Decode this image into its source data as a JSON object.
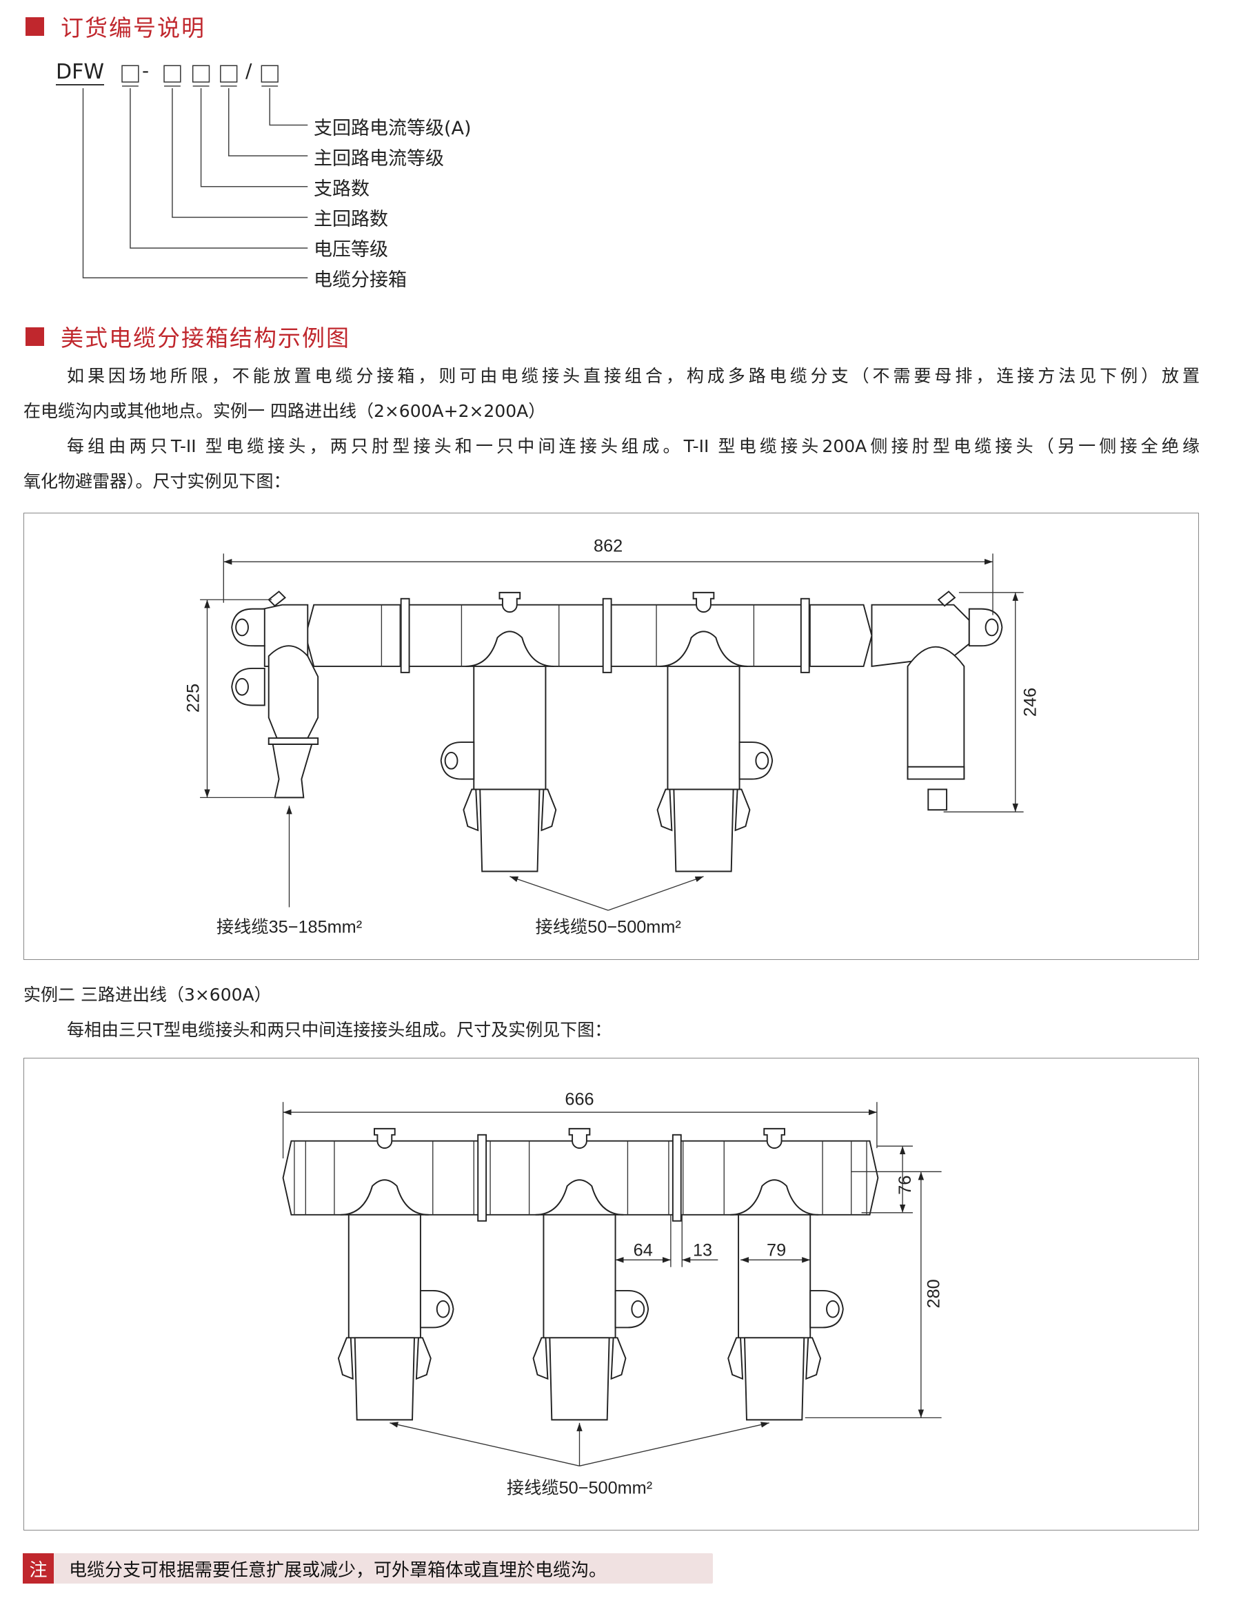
{
  "section1": {
    "title": "订货编号说明",
    "code_prefix": "DFW",
    "code_sep1": "-",
    "code_sep2": "/",
    "legend": [
      "支回路电流等级(A)",
      "主回路电流等级",
      "支路数",
      "主回路数",
      "电压等级",
      "电缆分接箱"
    ]
  },
  "section2": {
    "title": "美式电缆分接箱结构示例图",
    "para1_line1": "如果因场地所限，不能放置电缆分接箱，则可由电缆接头直接组合，构成多路电缆分支（不需要母排，连接方法见下例）放置",
    "para1_line2": "在电缆沟内或其他地点。实例一 四路进出线（2×600A+2×200A）",
    "para2_line1": "每组由两只T-II 型电缆接头，两只肘型接头和一只中间连接头组成。T-II 型电缆接头200A侧接肘型电缆接头（另一侧接全绝缘",
    "para2_line2": "氧化物避雷器）。尺寸实例见下图：",
    "diagram1": {
      "dim_width": "862",
      "dim_left_height": "225",
      "dim_right_height": "246",
      "label_left": "接线缆35−185mm²",
      "label_right": "接线缆50−500mm²"
    },
    "example2_title": "实例二 三路进出线（3×600A）",
    "example2_desc": "每相由三只T型电缆接头和两只中间连接接头组成。尺寸及实例见下图：",
    "diagram2": {
      "dim_width": "666",
      "dim_end": "76",
      "dim_height": "280",
      "dim_a": "64",
      "dim_b": "13",
      "dim_c": "79",
      "label": "接线缆50−500mm²"
    }
  },
  "note": {
    "tag": "注",
    "text": "电缆分支可根据需要任意扩展或减少，可外罩箱体或直埋於电缆沟。"
  },
  "colors": {
    "accent": "#c0272d",
    "note_bg": "#f0e1e1",
    "frame": "#888888"
  }
}
